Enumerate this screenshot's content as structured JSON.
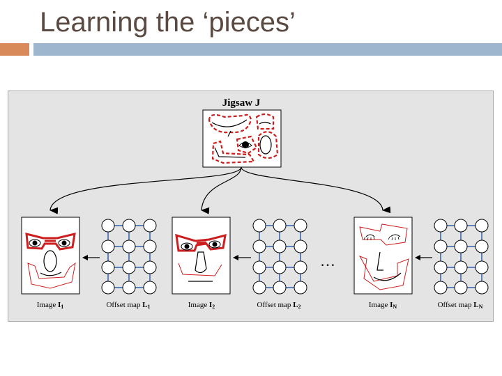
{
  "slide": {
    "title": "Learning the ‘pieces’"
  },
  "figure": {
    "jigsaw_label": "Jigsaw J",
    "ellipsis": "…",
    "captions": [
      {
        "main": "Image ",
        "bold": "I",
        "sub": "1"
      },
      {
        "main": "Offset map ",
        "bold": "L",
        "sub": "1"
      },
      {
        "main": "Image ",
        "bold": "I",
        "sub": "2"
      },
      {
        "main": "Offset map ",
        "bold": "L",
        "sub": "2"
      },
      {
        "main": "Image ",
        "bold": "I",
        "sub": "N"
      },
      {
        "main": "Offset map ",
        "bold": "L",
        "sub": "N"
      }
    ]
  },
  "colors": {
    "accent_orange": "#d98a5b",
    "accent_blue": "#9fb6cf",
    "piece_red": "#cc1f1f",
    "node_fill": "#ffffff",
    "grid_edge": "#2e5fa8"
  }
}
